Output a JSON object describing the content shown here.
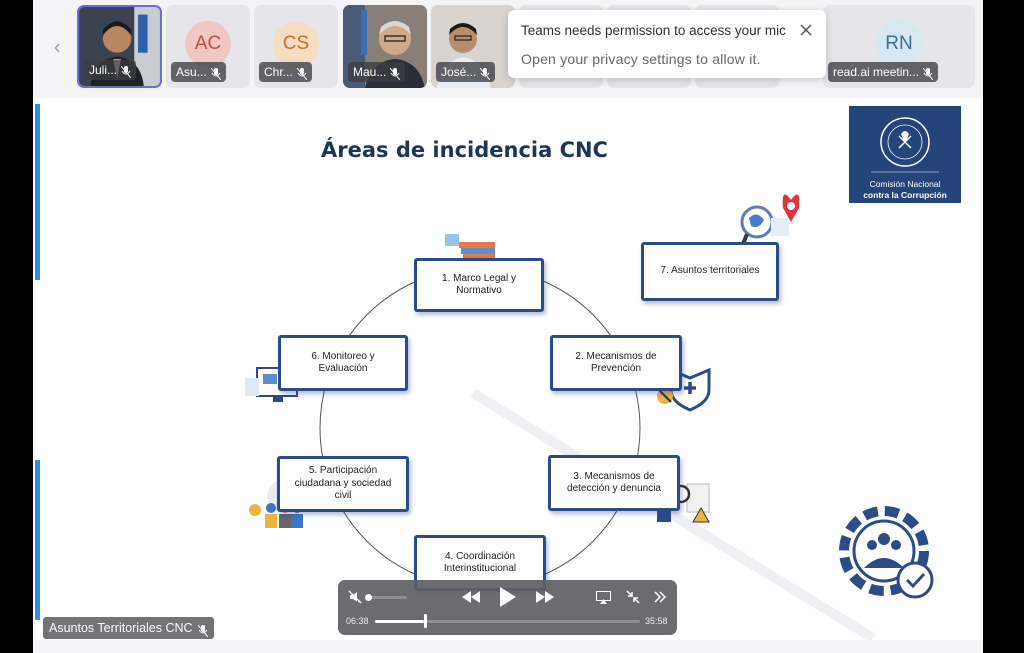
{
  "participants": [
    {
      "name": "Juli...",
      "type": "photo",
      "active": true
    },
    {
      "name": "Asu...",
      "initials": "AC",
      "color": "#f1c7c3",
      "text_color": "#c04c44"
    },
    {
      "name": "Chr...",
      "initials": "CS",
      "color": "#f6dcc1",
      "text_color": "#c0732f"
    },
    {
      "name": "Mau...",
      "type": "photo"
    },
    {
      "name": "José...",
      "type": "photo"
    },
    {
      "name": "read.ai meetin...",
      "initials": "RN",
      "color": "#d6e8f2",
      "text_color": "#3a6f8f"
    }
  ],
  "toast": {
    "title": "Teams needs permission to access your mic",
    "body": "Open your privacy settings to allow it."
  },
  "slide": {
    "title": "Áreas de incidencia CNC",
    "logo_line1": "Comisión Nacional",
    "logo_line2": "contra la Corrupción",
    "areas": [
      "1. Marco Legal y Normativo",
      "2. Mecanismos de Prevención",
      "3. Mecanismos de detección y denuncia",
      "4. Coordinación Interinstitucional",
      "5. Participación ciudadana y sociedad civil",
      "6. Monitoreo y Evaluación",
      "7. Asuntos territoriales"
    ]
  },
  "player": {
    "current_time": "06:38",
    "duration": "35:58",
    "progress": 0.185
  },
  "speaker_label": "Asuntos Territoriales CNC",
  "colors": {
    "accent": "#2f8fd8",
    "box_border": "#2d4b86",
    "title": "#1d3657"
  }
}
